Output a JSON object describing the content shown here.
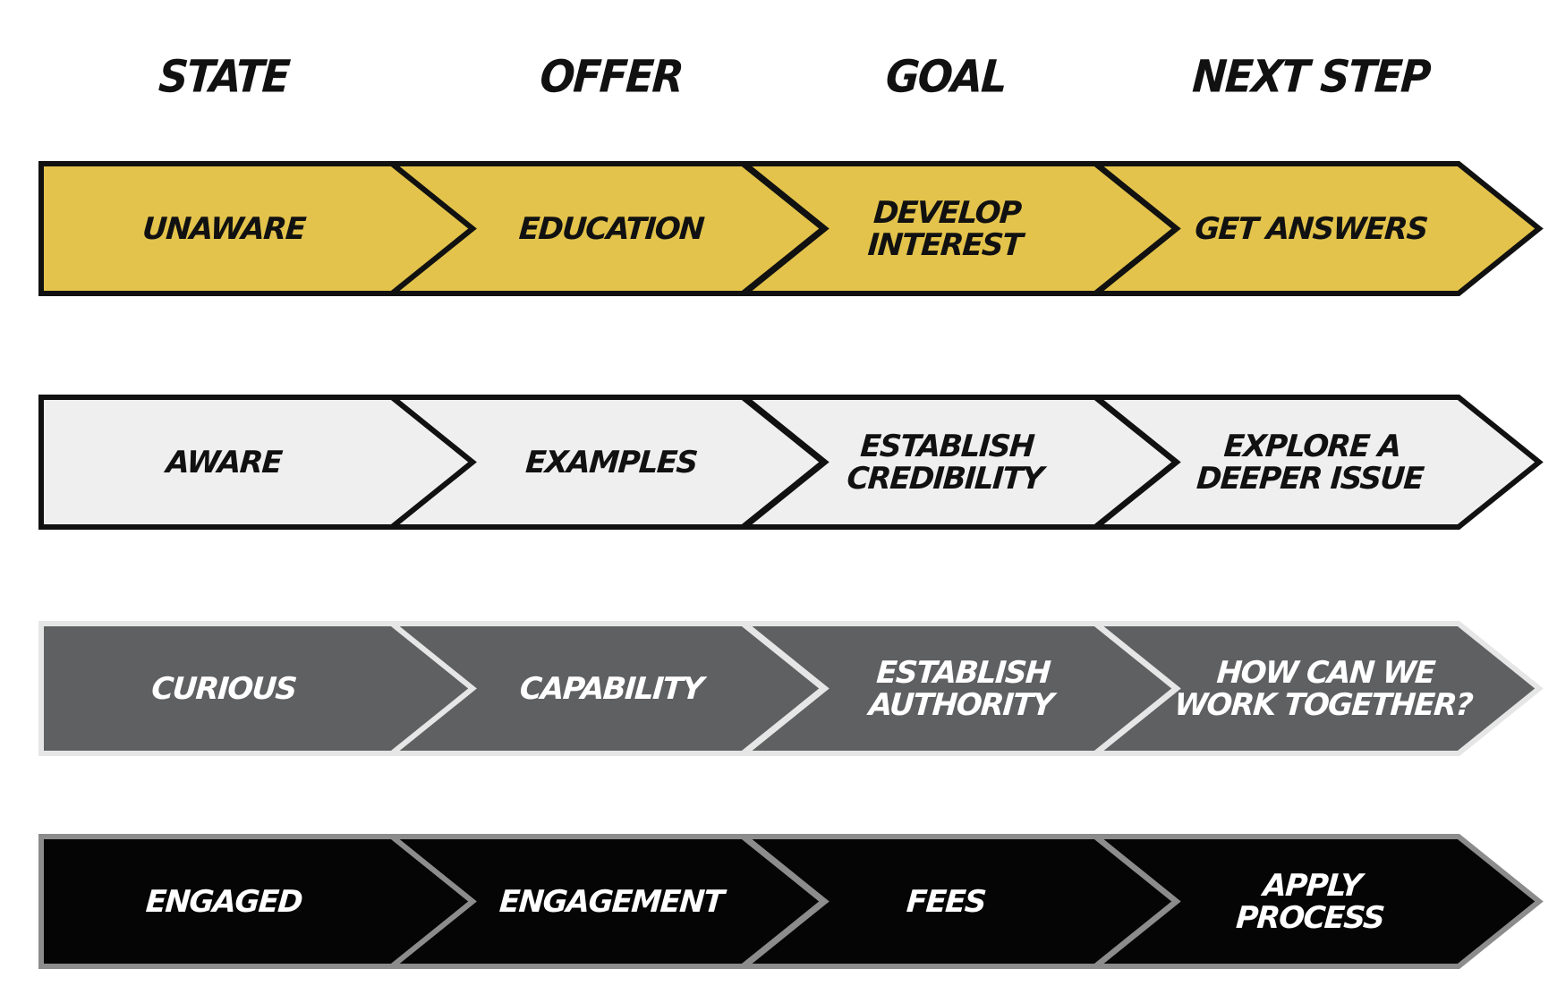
{
  "headers": [
    "STATE",
    "OFFER",
    "GOAL",
    "NEXT STEP"
  ],
  "rows": [
    {
      "name": "row-unaware",
      "fill": "#e3c34b",
      "stroke": "#111111",
      "text_color": "#111111",
      "cells": [
        "UNAWARE",
        "EDUCATION",
        "DEVELOP\nINTEREST",
        "GET ANSWERS"
      ]
    },
    {
      "name": "row-aware",
      "fill": "#efefef",
      "stroke": "#111111",
      "text_color": "#111111",
      "cells": [
        "AWARE",
        "EXAMPLES",
        "ESTABLISH\nCREDIBILITY",
        "EXPLORE A\nDEEPER ISSUE"
      ]
    },
    {
      "name": "row-curious",
      "fill": "#5f6062",
      "stroke": "#e6e6e6",
      "text_color": "#ffffff",
      "cells": [
        "CURIOUS",
        "CAPABILITY",
        "ESTABLISH\nAUTHORITY",
        "HOW CAN WE\nWORK TOGETHER?"
      ]
    },
    {
      "name": "row-engaged",
      "fill": "#050505",
      "stroke": "#8c8c8c",
      "text_color": "#ffffff",
      "cells": [
        "ENGAGED",
        "ENGAGEMENT",
        "FEES",
        "APPLY\nPROCESS"
      ]
    }
  ]
}
